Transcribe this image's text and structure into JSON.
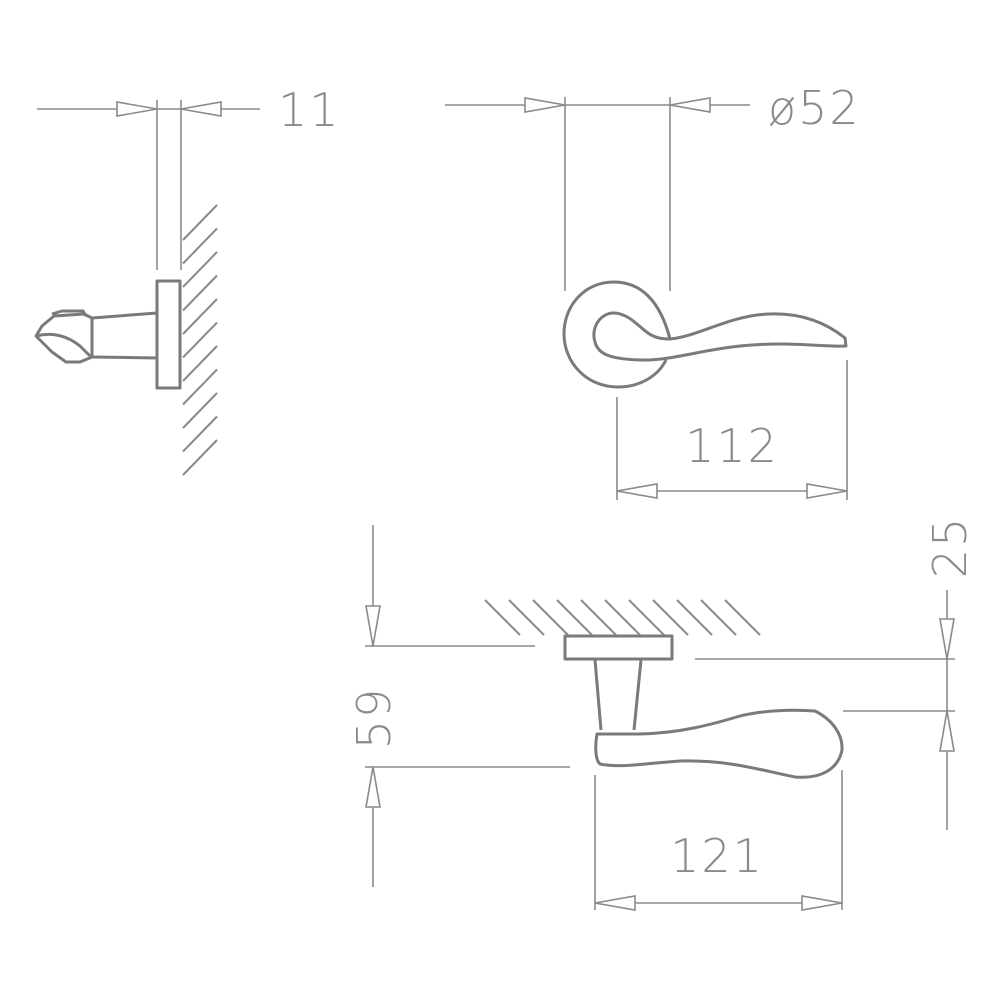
{
  "dimensions": {
    "rose_thickness": "11",
    "rose_diameter": "ø52",
    "lever_length_top": "112",
    "projection": "59",
    "lever_height": "25",
    "lever_length_side": "121"
  },
  "colors": {
    "line": "#8a8a8a",
    "outline": "#7a7a7a",
    "background": "#ffffff"
  }
}
